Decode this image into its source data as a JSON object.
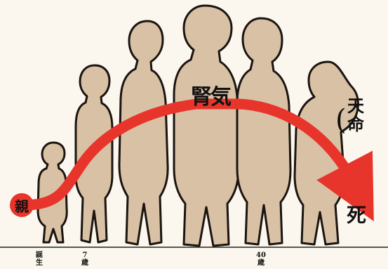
{
  "labels": {
    "parent": "親",
    "vitality": "腎気",
    "natural_lifespan": "天命",
    "death": "死"
  },
  "timeline": {
    "birth": "誕生",
    "age7": "7歳",
    "age40": "40歳"
  },
  "colors": {
    "background": "#fbf7ee",
    "silhouette_fill": "#d8c1a5",
    "silhouette_stroke": "#1c1410",
    "arrow": "#e8352b"
  }
}
